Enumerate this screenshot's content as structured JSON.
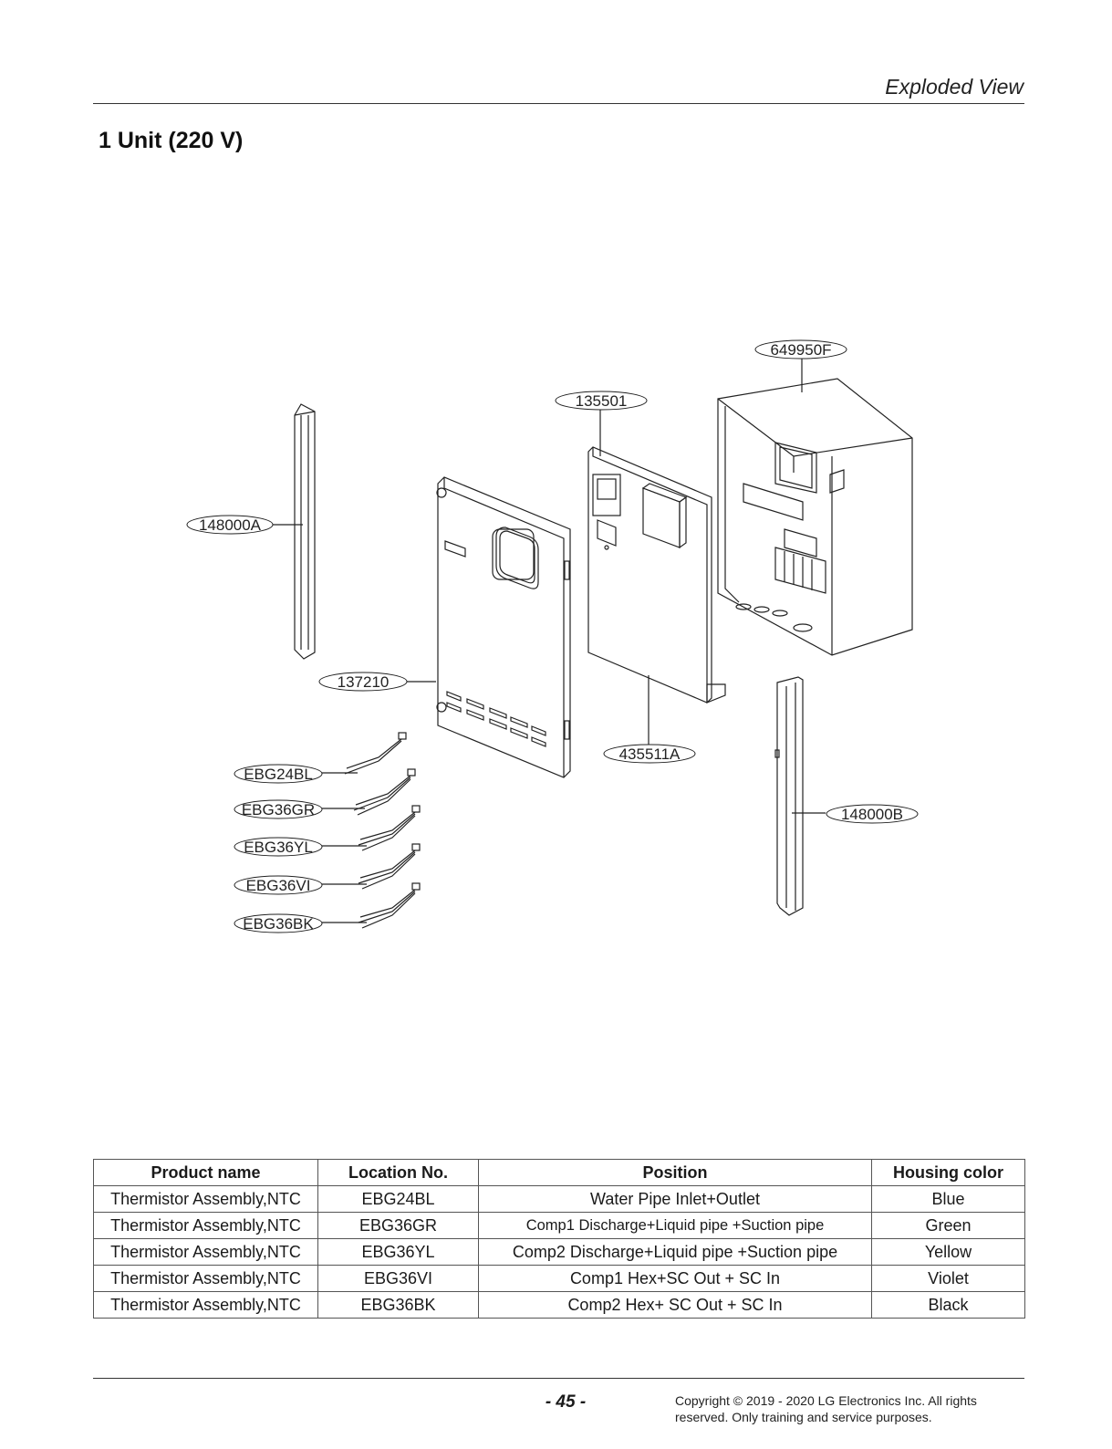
{
  "header": {
    "section": "Exploded View",
    "title": "1 Unit (220 V)"
  },
  "callouts": {
    "c649950F": "649950F",
    "c135501": "135501",
    "c148000A": "148000A",
    "c137210": "137210",
    "c435511A": "435511A",
    "c148000B": "148000B",
    "cEBG24BL": "EBG24BL",
    "cEBG36GR": "EBG36GR",
    "cEBG36YL": "EBG36YL",
    "cEBG36VI": "EBG36VI",
    "cEBG36BK": "EBG36BK"
  },
  "table": {
    "headers": [
      "Product name",
      "Location No.",
      "Position",
      "Housing color"
    ],
    "rows": [
      [
        "Thermistor Assembly,NTC",
        "EBG24BL",
        "Water Pipe Inlet+Outlet",
        "Blue"
      ],
      [
        "Thermistor Assembly,NTC",
        "EBG36GR",
        "Comp1 Discharge+Liquid pipe +Suction pipe",
        "Green"
      ],
      [
        "Thermistor Assembly,NTC",
        "EBG36YL",
        "Comp2 Discharge+Liquid pipe +Suction pipe",
        "Yellow"
      ],
      [
        "Thermistor Assembly,NTC",
        "EBG36VI",
        "Comp1 Hex+SC Out + SC In",
        "Violet"
      ],
      [
        "Thermistor Assembly,NTC",
        "EBG36BK",
        "Comp2 Hex+ SC Out + SC In",
        "Black"
      ]
    ]
  },
  "footer": {
    "page_number": "- 45 -",
    "copyright_line1": "Copyright © 2019 - 2020 LG Electronics Inc. All rights",
    "copyright_line2": "reserved. Only training and service purposes."
  }
}
